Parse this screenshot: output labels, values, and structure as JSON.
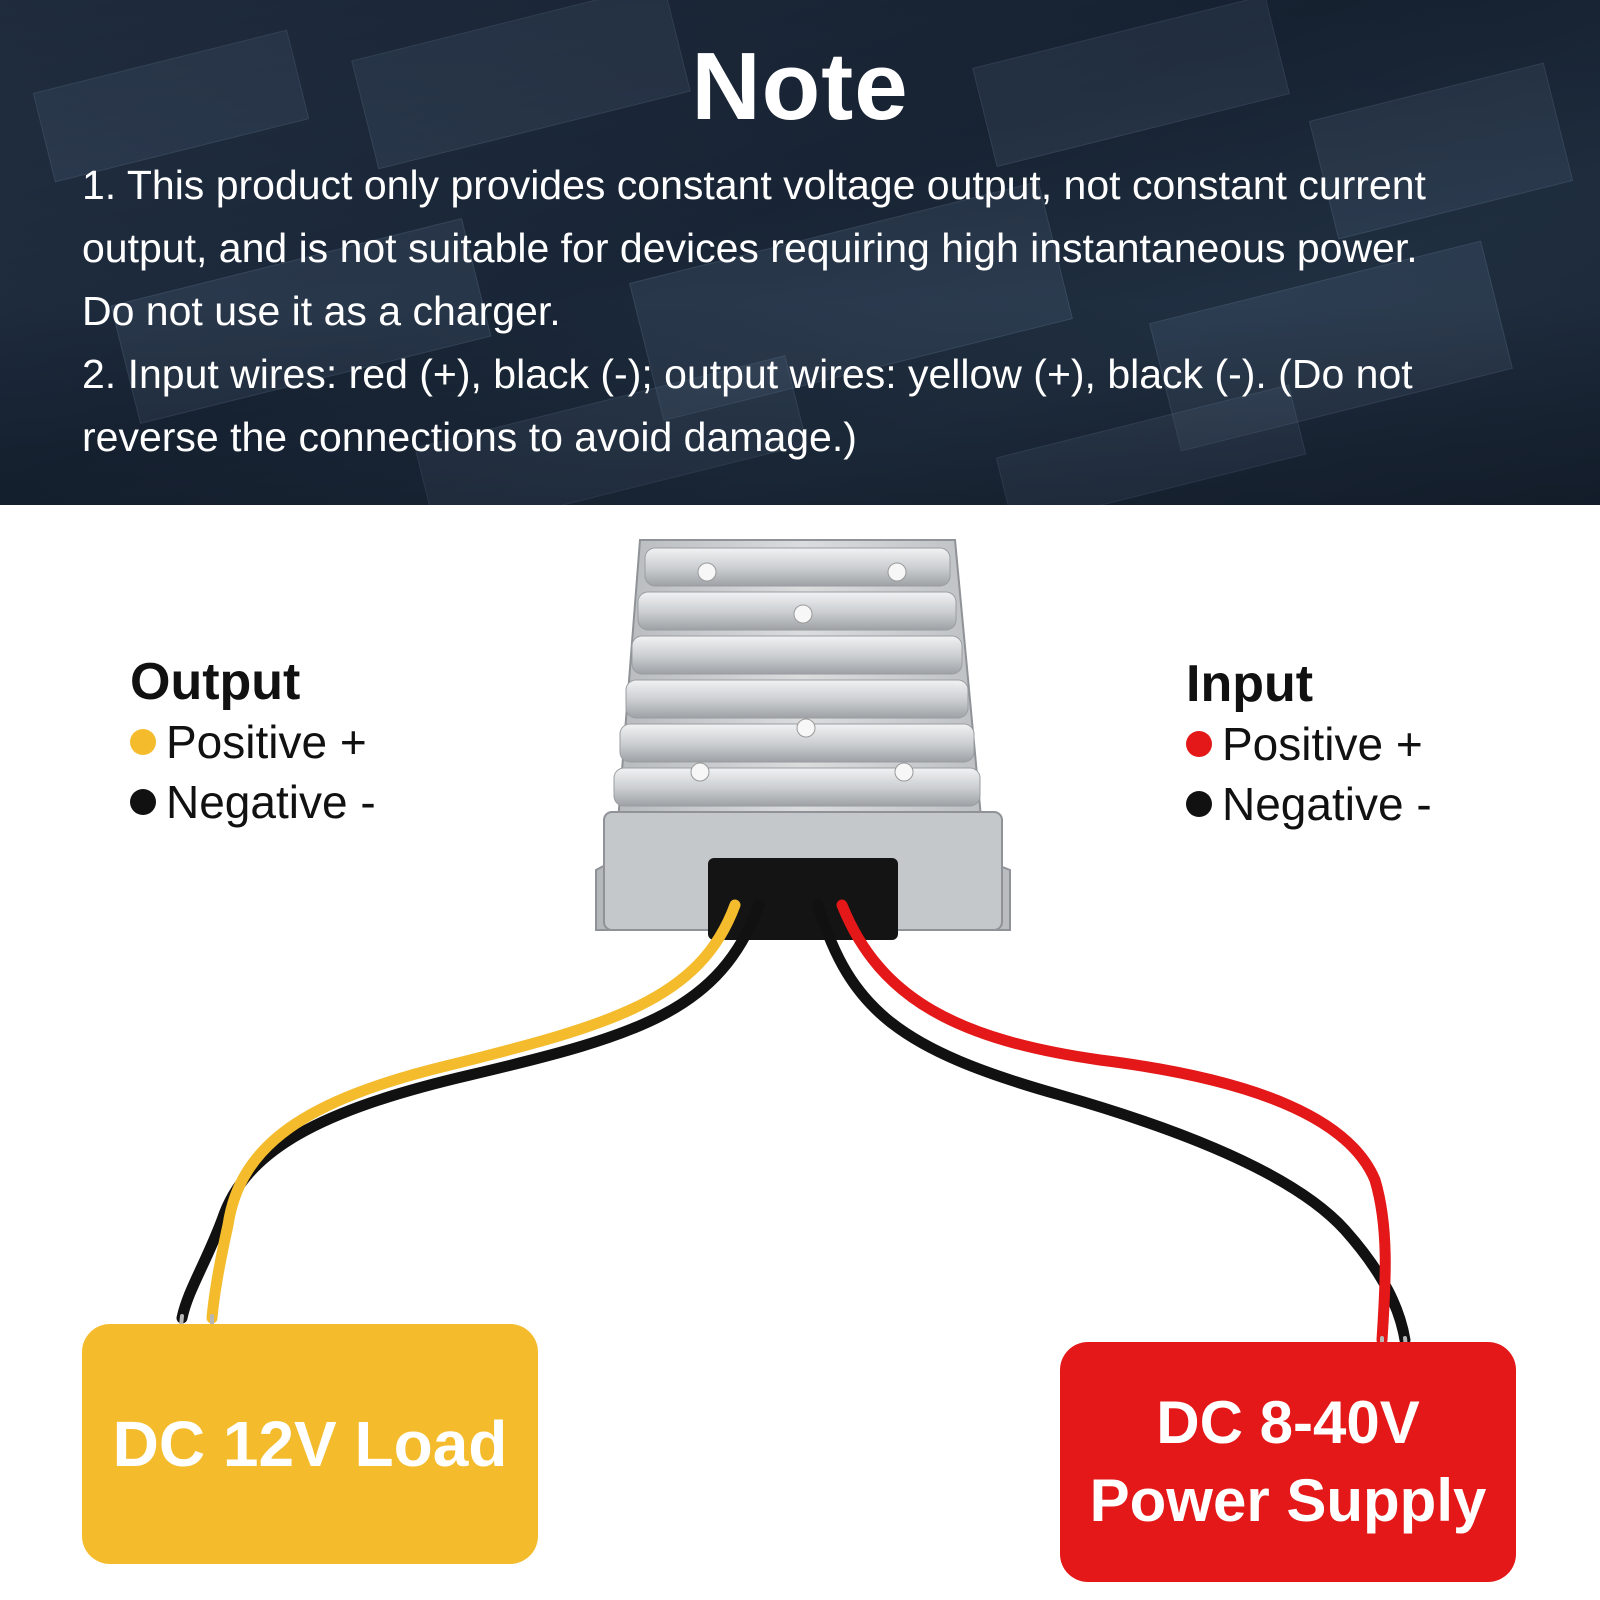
{
  "note": {
    "title": "Note",
    "item1": [
      "1. This product only provides constant voltage output, not constant current",
      "output, and is not suitable for devices requiring high instantaneous power.",
      "Do not use it as a charger."
    ],
    "item2": [
      "2. Input wires: red (+), black (-); output wires: yellow (+), black (-). (Do not",
      "reverse the connections to avoid damage.)"
    ]
  },
  "output": {
    "title": "Output",
    "positive_label": "Positive +",
    "negative_label": "Negative -",
    "positive_color": "#f4bc2c",
    "negative_color": "#111111"
  },
  "input": {
    "title": "Input",
    "positive_label": "Positive +",
    "negative_label": "Negative -",
    "positive_color": "#e41818",
    "negative_color": "#111111"
  },
  "load_box": {
    "label": "DC 12V Load",
    "color": "#f4bc2c"
  },
  "supply_box": {
    "line1": "DC 8-40V",
    "line2": "Power Supply",
    "color": "#e41818"
  },
  "icons": [
    "voltage-converter-module-icon",
    "wire-icon"
  ]
}
